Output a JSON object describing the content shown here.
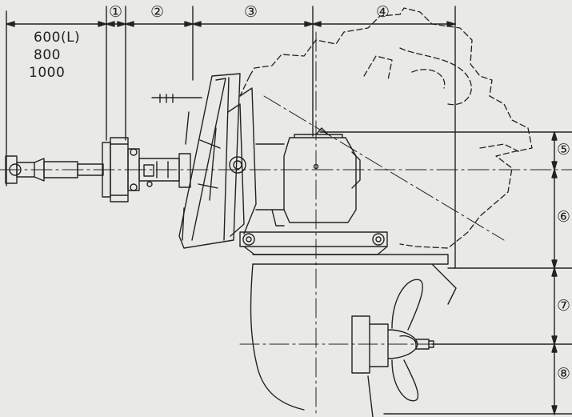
{
  "dimension_labels": {
    "d1": "①",
    "d2": "②",
    "d3": "③",
    "d4": "④",
    "d5": "⑤",
    "d6": "⑥",
    "d7": "⑦",
    "d8": "⑧"
  },
  "length_options": [
    "600(L)",
    "800",
    "1000"
  ],
  "colors": {
    "background": "#e9e9e7",
    "line": "#222222"
  }
}
